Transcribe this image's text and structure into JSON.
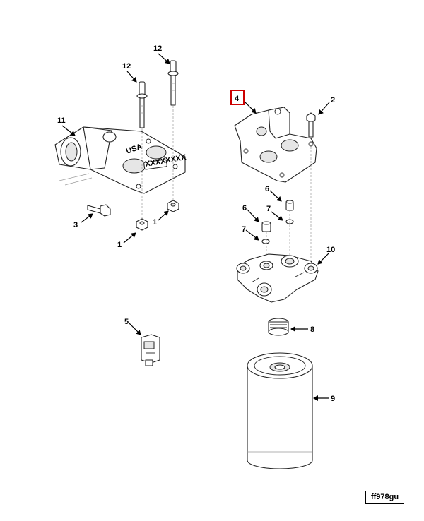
{
  "callouts": {
    "c12a": "12",
    "c12b": "12",
    "c11": "11",
    "c3": "3",
    "c1a": "1",
    "c1b": "1",
    "c4": "4",
    "c2": "2",
    "c6a": "6",
    "c6b": "6",
    "c7a": "7",
    "c7b": "7",
    "c10": "10",
    "c5": "5",
    "c8": "8",
    "c9": "9"
  },
  "plate_text": {
    "usa": "USA",
    "serial": "XXXXXXXX"
  },
  "reference_code": "ff978gu",
  "colors": {
    "highlight": "#cc0000",
    "line": "#222222"
  }
}
